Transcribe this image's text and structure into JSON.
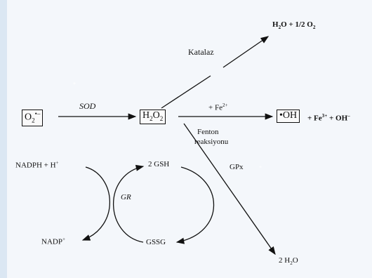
{
  "species": {
    "superoxide": {
      "main": "O",
      "sub": "2",
      "sup": "•–"
    },
    "peroxide": {
      "main": "H",
      "sub1": "2",
      "mid": "O",
      "sub2": "2"
    },
    "hydroxyl": {
      "dot": "•",
      "main": "OH"
    }
  },
  "labels": {
    "sod": "SOD",
    "katalaz": "Katalaz",
    "fenton_1": "Fenton",
    "fenton_2": "reaksiyonu",
    "fe_in": {
      "main": "+ Fe",
      "sup": "2+"
    },
    "products_top": {
      "a": "H",
      "a_sub": "2",
      "b": "O + 1/2 O",
      "b_sub": "2"
    },
    "products_mid": {
      "a": "+ Fe",
      "a_sup": "3+",
      "b": " + OH",
      "b_sup": "–"
    },
    "gpx": "GPx",
    "nadph": {
      "a": "NADPH + H",
      "sup": "+"
    },
    "nadp": {
      "a": "NADP",
      "sup": "+"
    },
    "gr": "GR",
    "gsh": "2 GSH",
    "gssg": "GSSG",
    "water": {
      "a": "2 H",
      "sub": "2",
      "b": "O"
    }
  }
}
